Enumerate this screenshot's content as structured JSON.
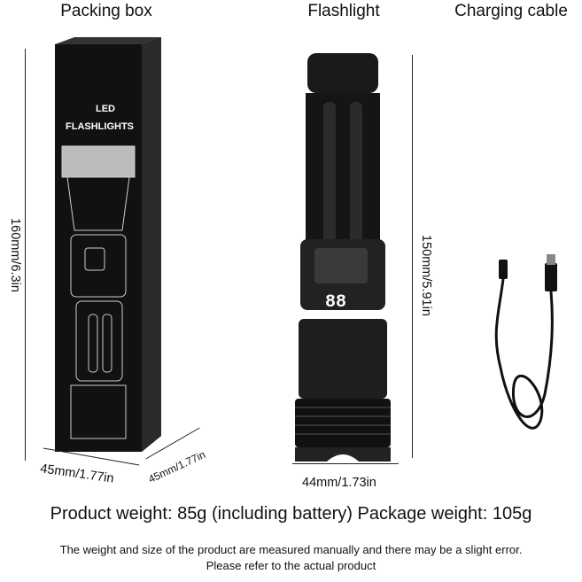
{
  "headers": {
    "packing_box": "Packing box",
    "flashlight": "Flashlight",
    "charging_cable": "Charging cable"
  },
  "box": {
    "label_line1": "LED",
    "label_line2": "FLASHLIGHTS",
    "height": "160mm/6.3in",
    "width": "45mm/1.77in",
    "depth": "45mm/1.77in"
  },
  "flashlight": {
    "display": "88",
    "height": "150mm/5.91in",
    "width": "44mm/1.73in"
  },
  "weight_text": "Product weight: 85g (including battery) Package weight: 105g",
  "note_line1": "The weight and size of the product are measured manually and there may be a slight error.",
  "note_line2": "Please refer to the actual product"
}
